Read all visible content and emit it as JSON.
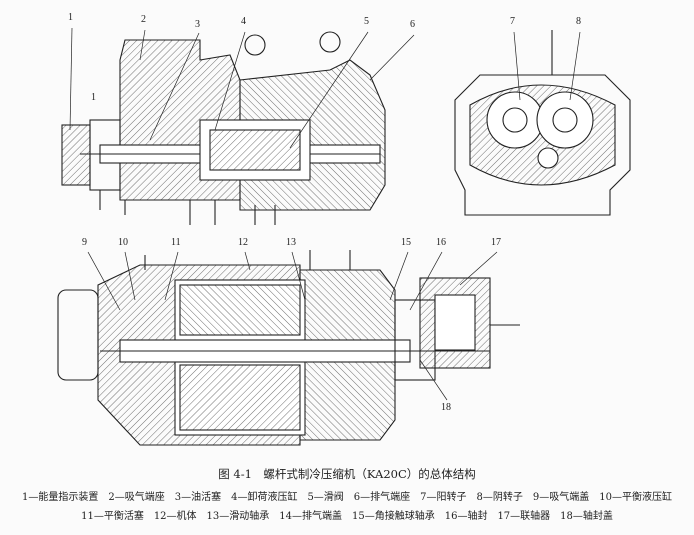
{
  "figure": {
    "title": "图 4-1　螺杆式制冷压缩机（KA20C）的总体结构",
    "callouts": {
      "n1": "1",
      "n1b": "1",
      "n2": "2",
      "n3": "3",
      "n4": "4",
      "n5": "5",
      "n6": "6",
      "n7": "7",
      "n8": "8",
      "n9": "9",
      "n10": "10",
      "n11": "11",
      "n12": "12",
      "n13": "13",
      "n15": "15",
      "n16": "16",
      "n17": "17",
      "n18": "18"
    },
    "legend_line1": "1—能量指示装置　2—吸气端座　3—油活塞　4—卸荷液压缸　5—滑阀　6—排气端座　7—阳转子　8—阴转子　9—吸气端盖　10—平衡液压缸",
    "legend_line2": "11—平衡活塞　12—机体　13—滑动轴承　14—排气端盖　15—角接触球轴承　16—轴封　17—联轴器　18—轴封盖"
  }
}
